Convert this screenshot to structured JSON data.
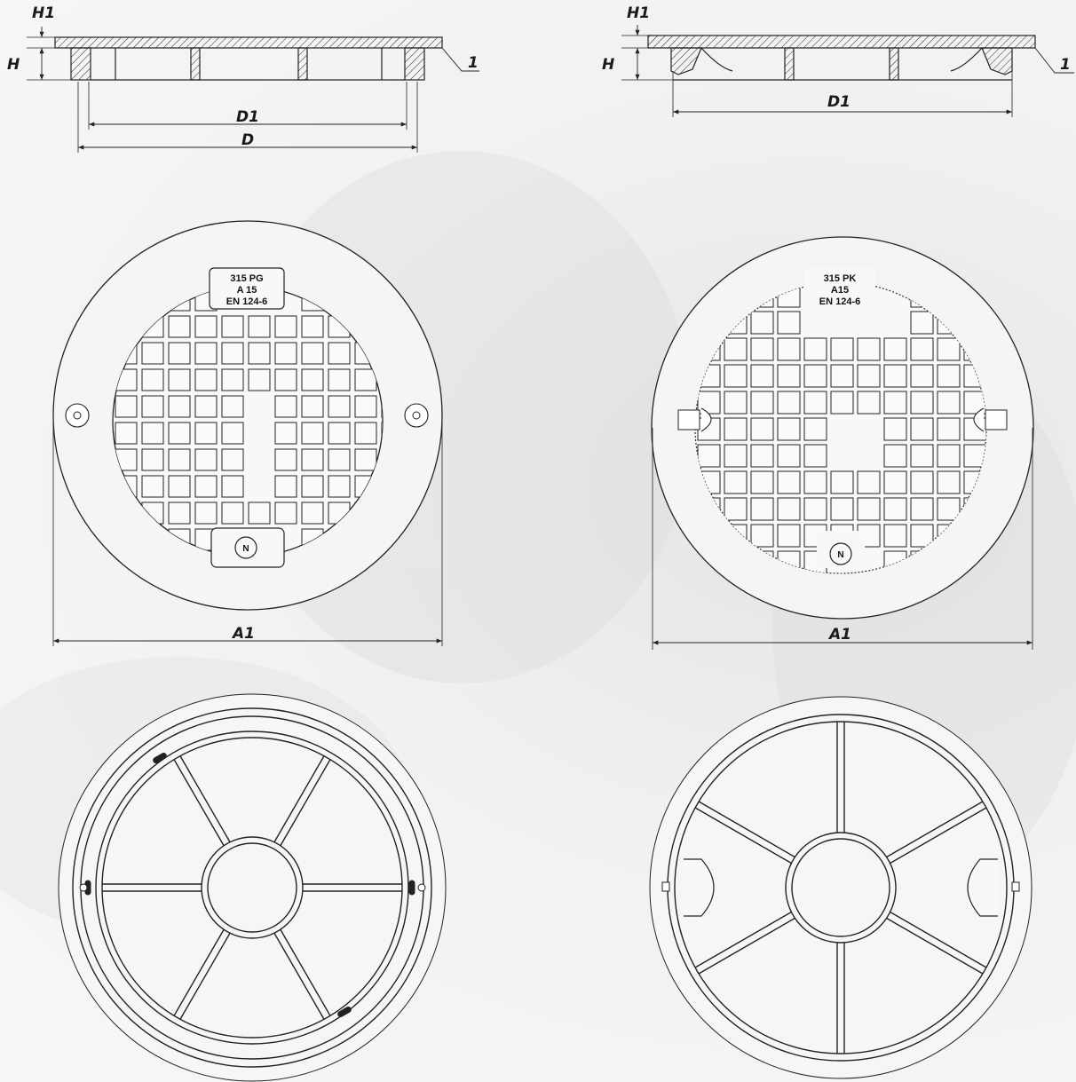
{
  "left_cover": {
    "section_labels": {
      "h1": "H1",
      "h": "H",
      "d1": "D1",
      "d": "D",
      "callout": "1"
    },
    "plan_dimension": "A1",
    "marking": [
      "315 PG",
      "A 15",
      "EN 124-6"
    ],
    "logo_letter": "N"
  },
  "right_cover": {
    "section_labels": {
      "h1": "H1",
      "h": "H",
      "d1": "D1",
      "callout": "1"
    },
    "plan_dimension": "A1",
    "marking": [
      "315 PK",
      "A15",
      "EN 124-6"
    ],
    "logo_letter": "N"
  }
}
